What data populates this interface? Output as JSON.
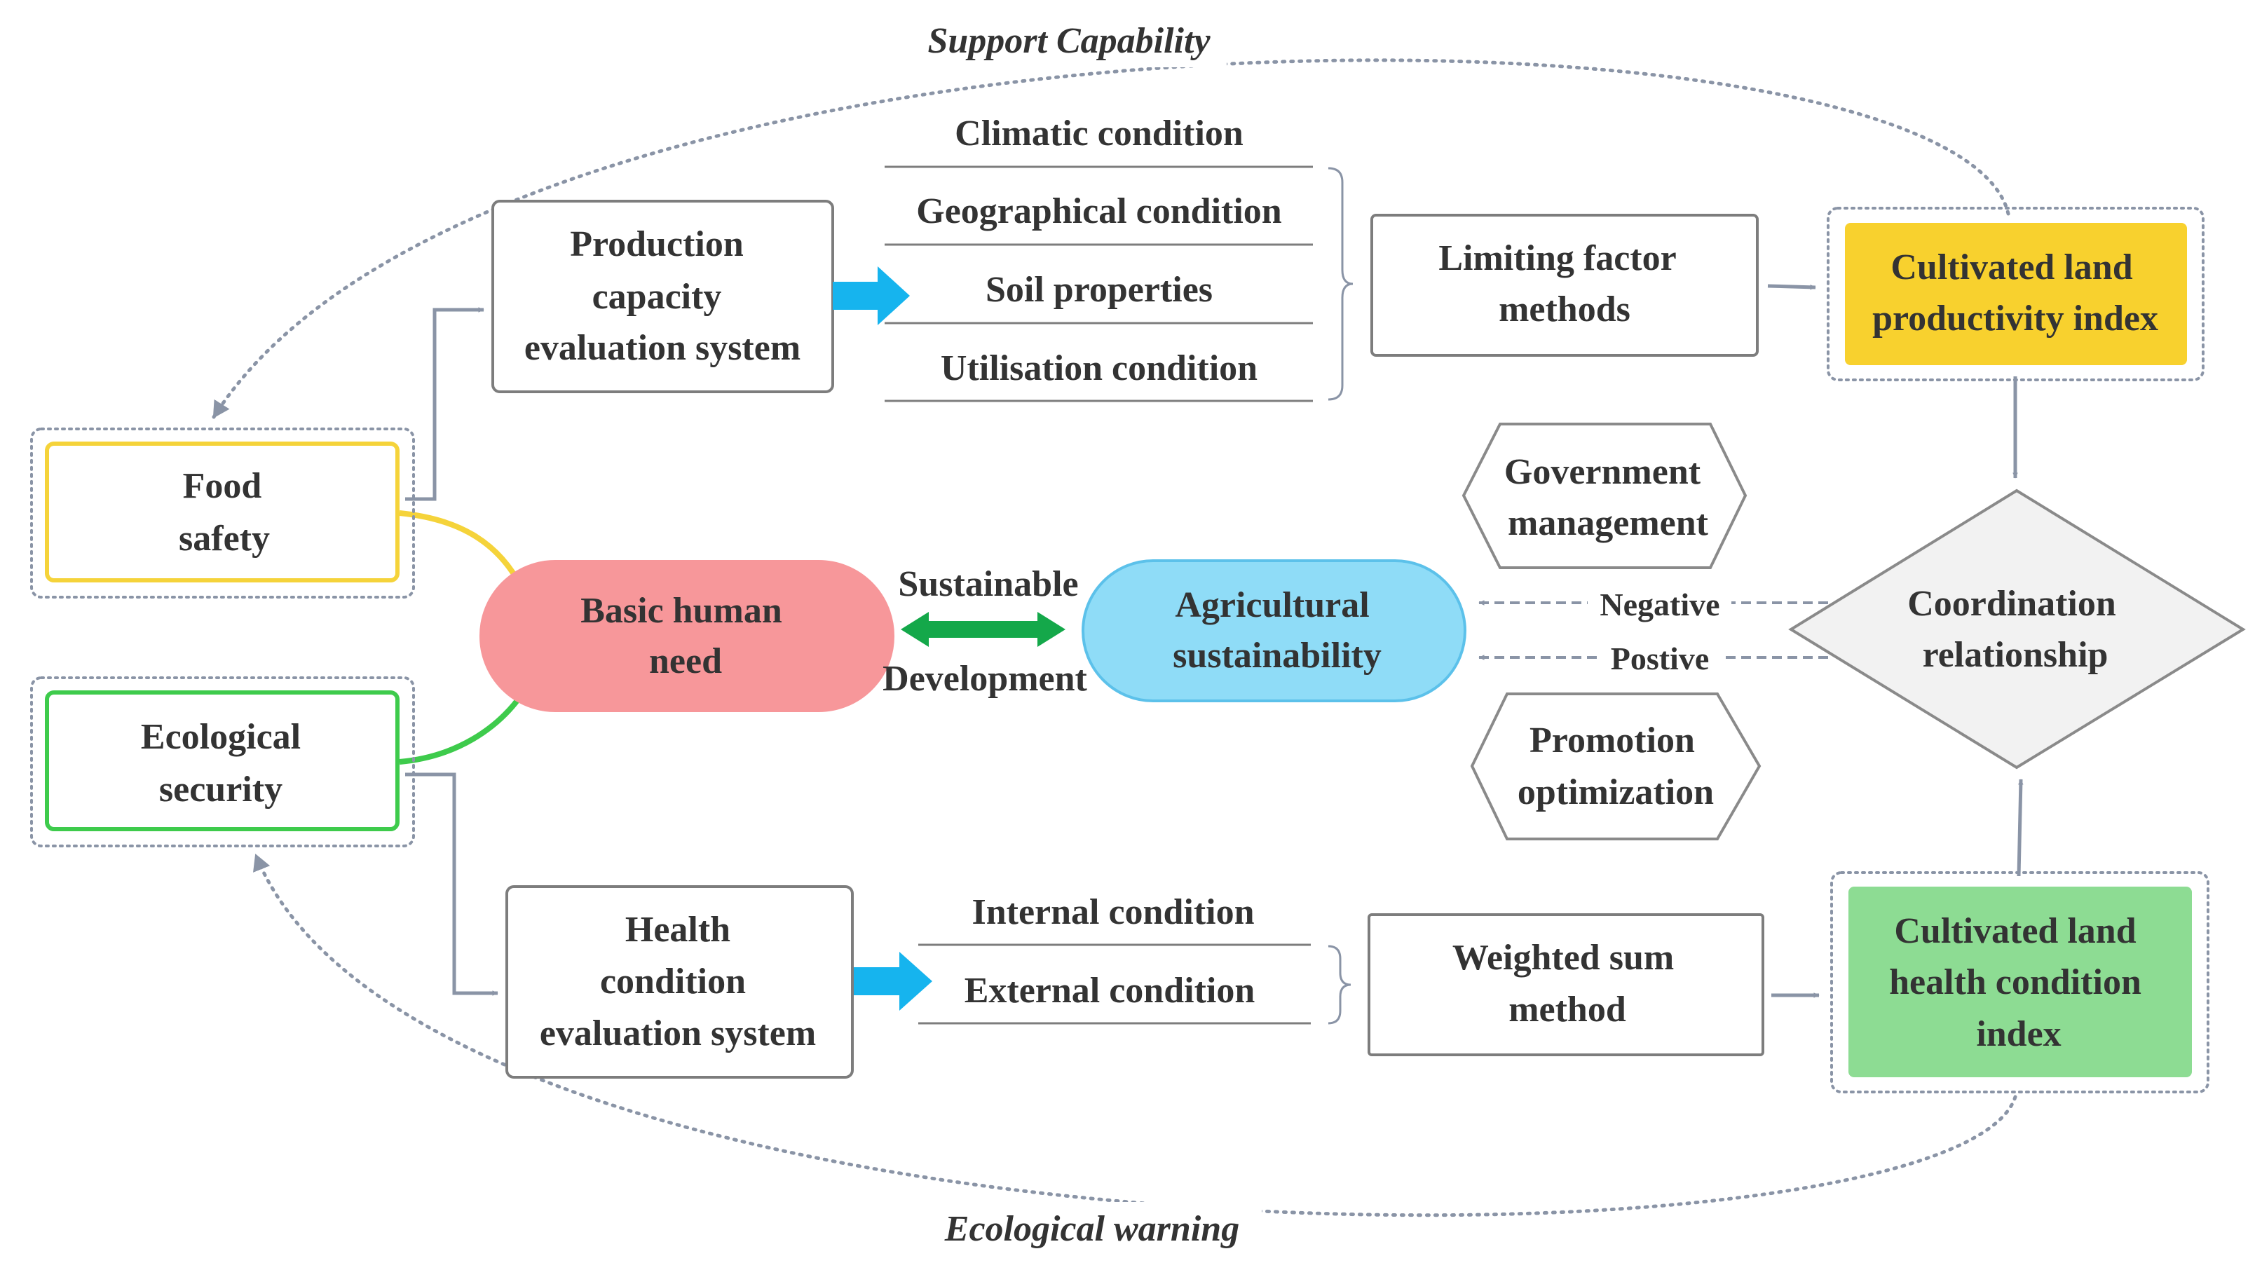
{
  "title": "",
  "annotations": {
    "support_capability": "Support Capability",
    "ecological_warning": "Ecological warning"
  },
  "food_safety": {
    "lines": [
      "Food",
      "safety"
    ],
    "color": "#f5d33a"
  },
  "ecological_security": {
    "lines": [
      "Ecological",
      "security"
    ],
    "color": "#3ecb4c"
  },
  "basic_human_need": {
    "lines": [
      "Basic human",
      "need"
    ],
    "color": "#f7979a"
  },
  "sustainable_development": {
    "top": "Sustainable",
    "bottom": "Development",
    "arrow_color": "#14a84a"
  },
  "agricultural_sustainability": {
    "lines": [
      "Agricultural",
      "sustainability"
    ],
    "color": "#8fdcf7"
  },
  "production_system": {
    "lines": [
      "Production",
      "capacity",
      "evaluation system"
    ]
  },
  "production_conditions": [
    "Climatic condition",
    "Geographical condition",
    "Soil properties",
    "Utilisation condition"
  ],
  "limiting_factor": {
    "lines": [
      "Limiting factor",
      "methods"
    ]
  },
  "productivity_index": {
    "lines": [
      "Cultivated land",
      "productivity index"
    ],
    "color": "#f8d12e"
  },
  "health_system": {
    "lines": [
      "Health",
      "condition",
      "evaluation system"
    ]
  },
  "health_conditions": [
    "Internal condition",
    "External condition"
  ],
  "weighted_sum": {
    "lines": [
      "Weighted sum",
      "method"
    ]
  },
  "health_index": {
    "lines": [
      "Cultivated land",
      "health condition",
      "index"
    ],
    "color": "#8ddc93"
  },
  "coordination": {
    "lines": [
      "Coordination",
      "relationship"
    ]
  },
  "government": {
    "lines": [
      "Government",
      "management"
    ]
  },
  "promotion": {
    "lines": [
      "Promotion",
      "optimization"
    ]
  },
  "negative_label": "Negative",
  "positive_label": "Postive",
  "process_arrow_color": "#16b4ee",
  "connector_color": "#8a94a6"
}
